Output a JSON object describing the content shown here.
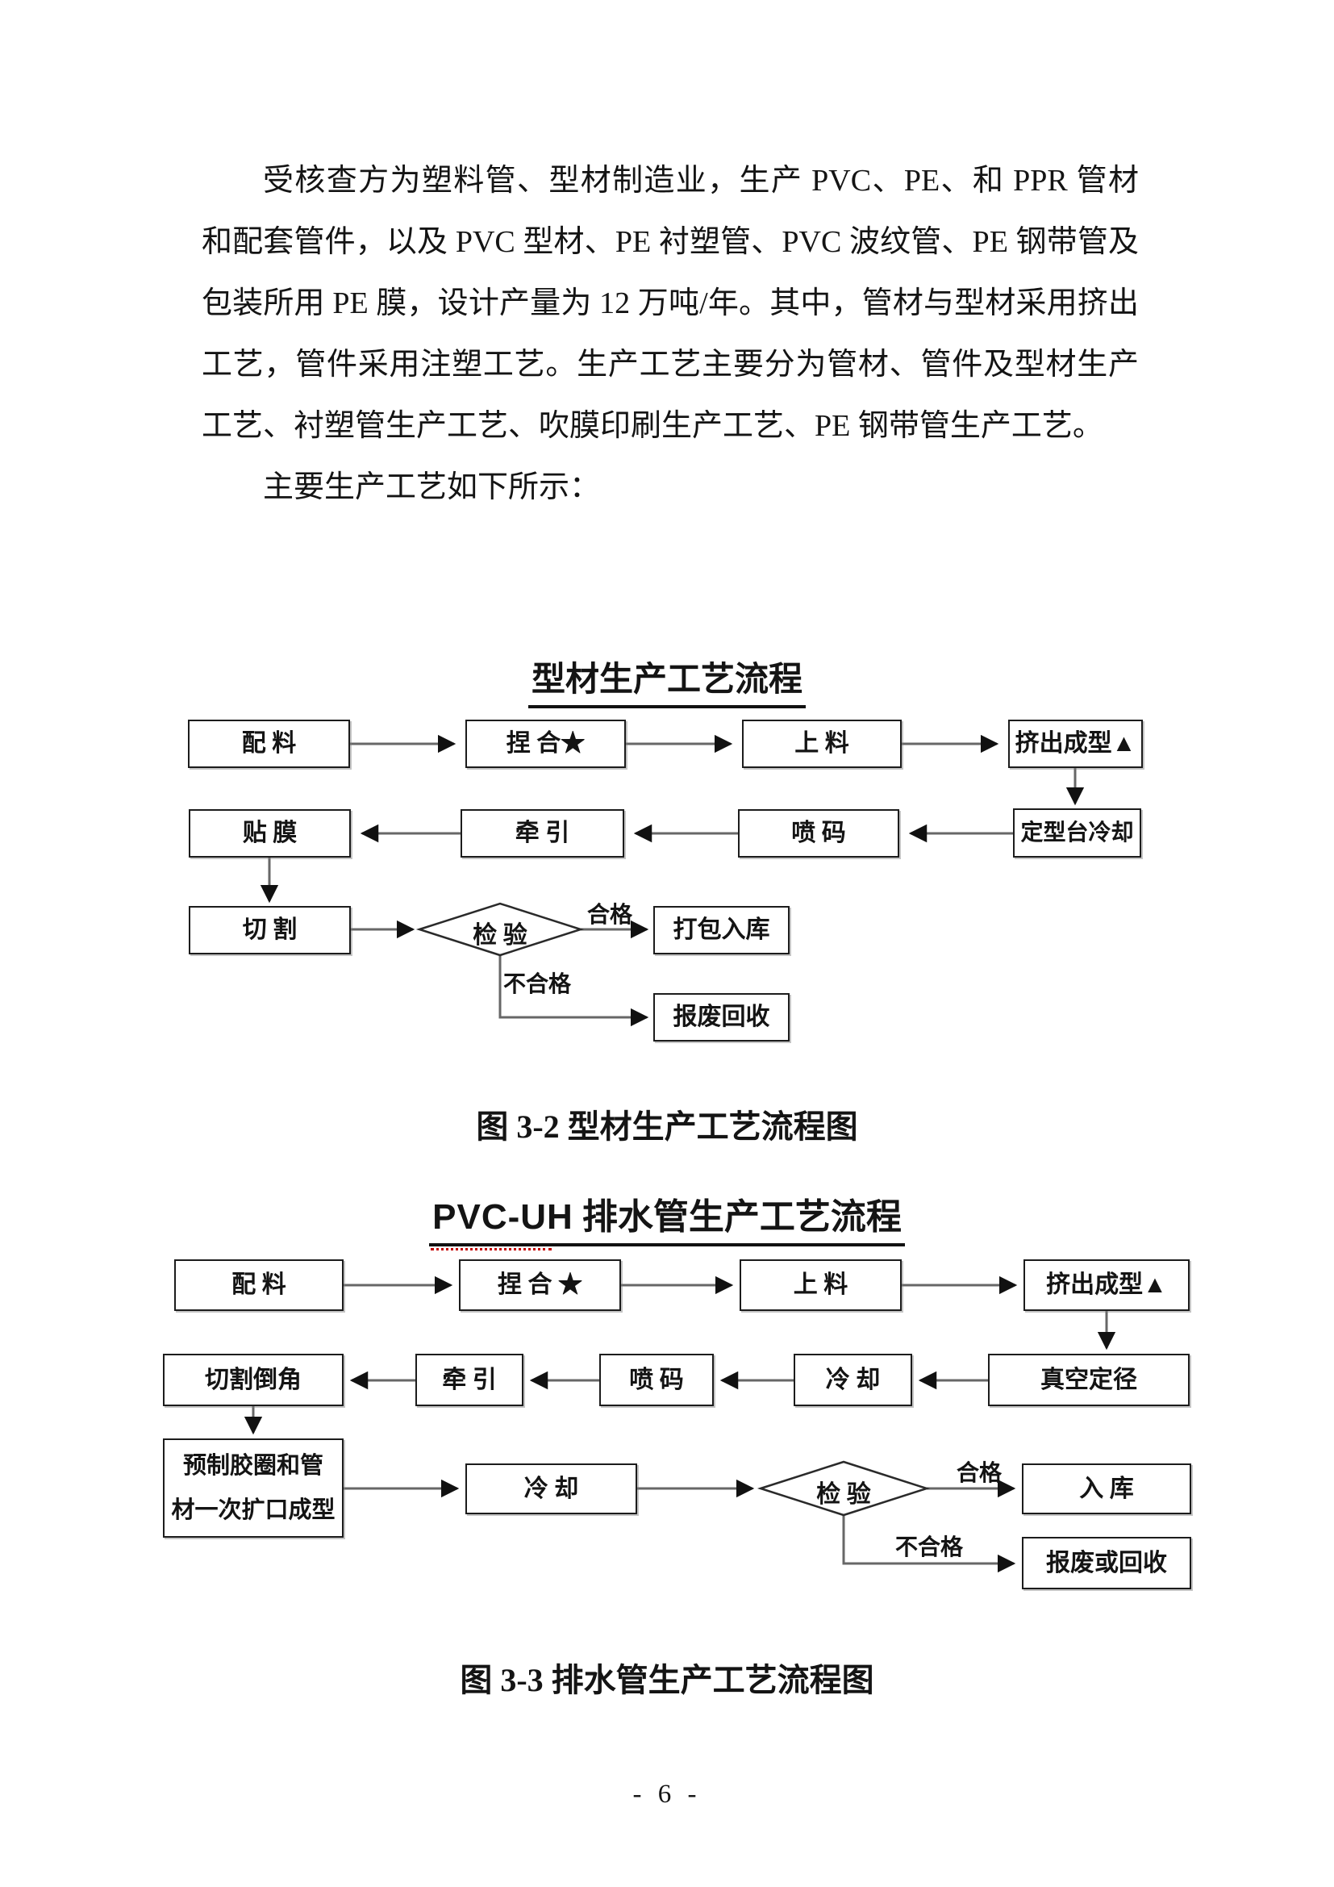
{
  "paragraphs": {
    "p1": "受核查方为塑料管、型材制造业，生产 PVC、PE、和 PPR 管材和配套管件，以及 PVC 型材、PE 衬塑管、PVC 波纹管、PE 钢带管及包装所用 PE 膜，设计产量为 12 万吨/年。其中，管材与型材采用挤出工艺，管件采用注塑工艺。生产工艺主要分为管材、管件及型材生产工艺、衬塑管生产工艺、吹膜印刷生产工艺、PE 钢带管生产工艺。",
    "p2": "主要生产工艺如下所示："
  },
  "chart1": {
    "title": "型材生产工艺流程",
    "caption": "图 3-2 型材生产工艺流程图",
    "nodes": {
      "n1": "配 料",
      "n2": "捏 合★",
      "n3": "上 料",
      "n4": "挤出成型▲",
      "n5": "贴 膜",
      "n6": "牵 引",
      "n7": "喷 码",
      "n8": "定型台冷却",
      "n9": "切 割",
      "d1": "检 验",
      "n10": "打包入库",
      "n11": "报废回收"
    },
    "labels": {
      "pass": "合格",
      "fail": "不合格"
    }
  },
  "chart2": {
    "title_latin": "PVC-UH",
    "title_cn": " 排水管生产工艺流程",
    "caption": "图 3-3 排水管生产工艺流程图",
    "nodes": {
      "n1": "配 料",
      "n2": "捏 合 ★",
      "n3": "上 料",
      "n4": "挤出成型▲",
      "n5": "切割倒角",
      "n6": "牵 引",
      "n7": "喷 码",
      "n8": "冷 却",
      "n9": "真空定径",
      "n10_line1": "预制胶圈和管",
      "n10_line2": "材一次扩口成型",
      "n11": "冷 却",
      "d1": "检 验",
      "n12": "入 库",
      "n13": "报废或回收"
    },
    "labels": {
      "pass": "合格",
      "fail": "不合格"
    }
  },
  "page": {
    "number_label": "- 6 -"
  }
}
